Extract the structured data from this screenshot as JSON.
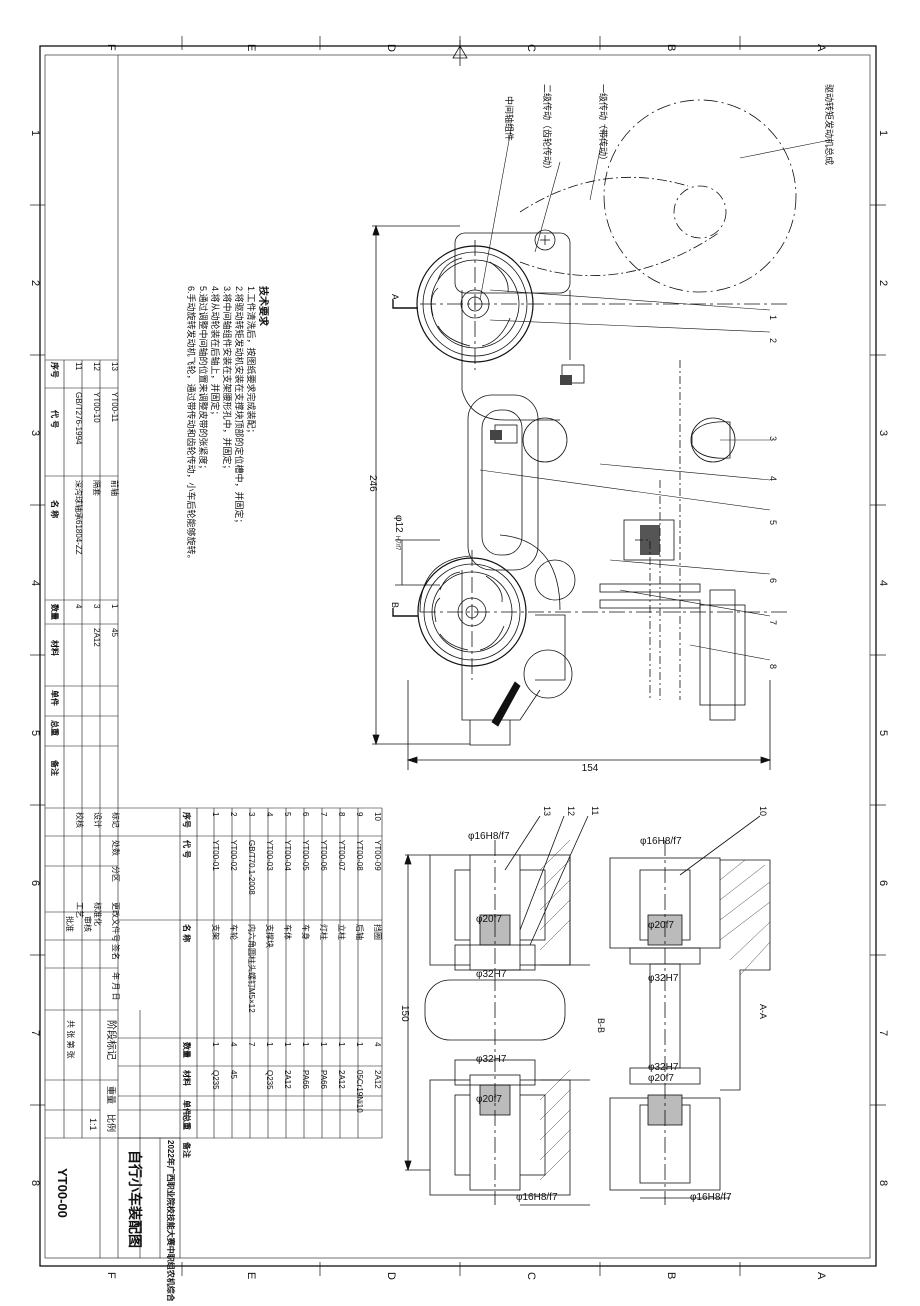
{
  "drawing": {
    "title": "自行小车装配图",
    "number": "YT00-00",
    "scale_label": "比例",
    "scale": "1:1",
    "weight_label": "重量",
    "stage_label": "阶段标记",
    "sheet_total": "共  张 第  张",
    "organization": "2022年广西职业院校技能大赛中职组农机综合应用技术竞赛样题"
  },
  "border": {
    "letters": [
      "A",
      "B",
      "C",
      "D",
      "E",
      "F"
    ],
    "numbers": [
      "1",
      "2",
      "3",
      "4",
      "5",
      "6",
      "7",
      "8"
    ]
  },
  "callouts": {
    "top": [
      "驱动转矩发动机总成",
      "一级传动（带传动）",
      "二级传动（齿轮传动）",
      "中间轴组件"
    ],
    "main_numbers": [
      "1",
      "2",
      "3",
      "4",
      "5",
      "6",
      "7",
      "8"
    ],
    "section_numbers": [
      "13",
      "12",
      "11",
      "10"
    ]
  },
  "dimensions": {
    "height": "246",
    "width": "154",
    "section_width": "150",
    "phi12": "φ12",
    "phi12_fit": "H7/f7",
    "phi16_left": "φ16H8/f7",
    "phi20_left_top": "φ20f7",
    "phi32_left_top": "φ32H7",
    "phi32_left_bottom": "φ32H7",
    "phi20_left_bottom": "φ20f7",
    "phi16_left_bottom": "φ16H8/f7",
    "phi16_right": "φ16H8/f7",
    "phi20_right_top": "φ20f7",
    "phi32_right_top": "φ32H7",
    "phi32_right_bottom": "φ32H7",
    "phi20_right_bottom": "φ20f7",
    "phi16_right_bottom": "φ16H8/f7"
  },
  "section_labels": {
    "bb": "B-B",
    "aa": "A-A",
    "a": "A",
    "b": "B"
  },
  "requirements": {
    "title": "技术要求",
    "items": [
      "1.工件清洗后，按图纸要求完成装配；",
      "2.将驱动转矩发动机安装在支撑块顶部的定位槽中，并固定；",
      "3.将中间轴组件安装在支架腰形孔中，并固定；",
      "4.将从动轮装在后轴上，并固定；",
      "5.通过调整中间轴的位置来调整皮带的张紧度；",
      "6.手动旋转发动机飞轮，通过带传动和齿轮传动，小车后轮能够旋转。"
    ]
  },
  "parts_table_left": {
    "headers": [
      "序号",
      "代  号",
      "名  称",
      "数量",
      "材料",
      "单件",
      "总重",
      "备注"
    ],
    "rows": [
      [
        "13",
        "YT00-11",
        "前轴",
        "1",
        "45"
      ],
      [
        "12",
        "YT00-10",
        "隔套",
        "3",
        "2A12"
      ],
      [
        "11",
        "GB/T276-1994",
        "深沟球轴承61804-ZZ",
        "4",
        ""
      ]
    ]
  },
  "parts_table_main": {
    "headers": [
      "序号",
      "代  号",
      "名  称",
      "数量",
      "材料",
      "单件",
      "总重",
      "备注"
    ],
    "rows": [
      [
        "10",
        "YT00-09",
        "挡圈",
        "4",
        "2A12"
      ],
      [
        "9",
        "YT00-08",
        "后轴",
        "1",
        "05Cr19Ni10"
      ],
      [
        "8",
        "YT00-07",
        "立柱",
        "1",
        "2A12"
      ],
      [
        "7",
        "YT00-06",
        "灯柱",
        "1",
        "PA66"
      ],
      [
        "6",
        "YT00-05",
        "车身",
        "1",
        "PA66"
      ],
      [
        "5",
        "YT00-04",
        "车体",
        "1",
        "2A12"
      ],
      [
        "4",
        "YT00-03",
        "支撑块",
        "1",
        "Q235"
      ],
      [
        "3",
        "GB/T70.1-2008",
        "内六角圆柱头螺钉M5×12",
        "7",
        ""
      ],
      [
        "2",
        "YT00-02",
        "车轮",
        "4",
        "45"
      ],
      [
        "1",
        "YT00-01",
        "支架",
        "1",
        "Q235"
      ]
    ]
  },
  "signature_block": {
    "row1": [
      "标记",
      "处数",
      "分区",
      "更改文件号",
      "签名",
      "年 月 日"
    ],
    "row2": [
      "设计",
      "",
      "标准化"
    ],
    "row3": [
      "校核",
      "",
      "工艺"
    ],
    "row4": [
      "审核"
    ],
    "row5": [
      "批准"
    ]
  }
}
